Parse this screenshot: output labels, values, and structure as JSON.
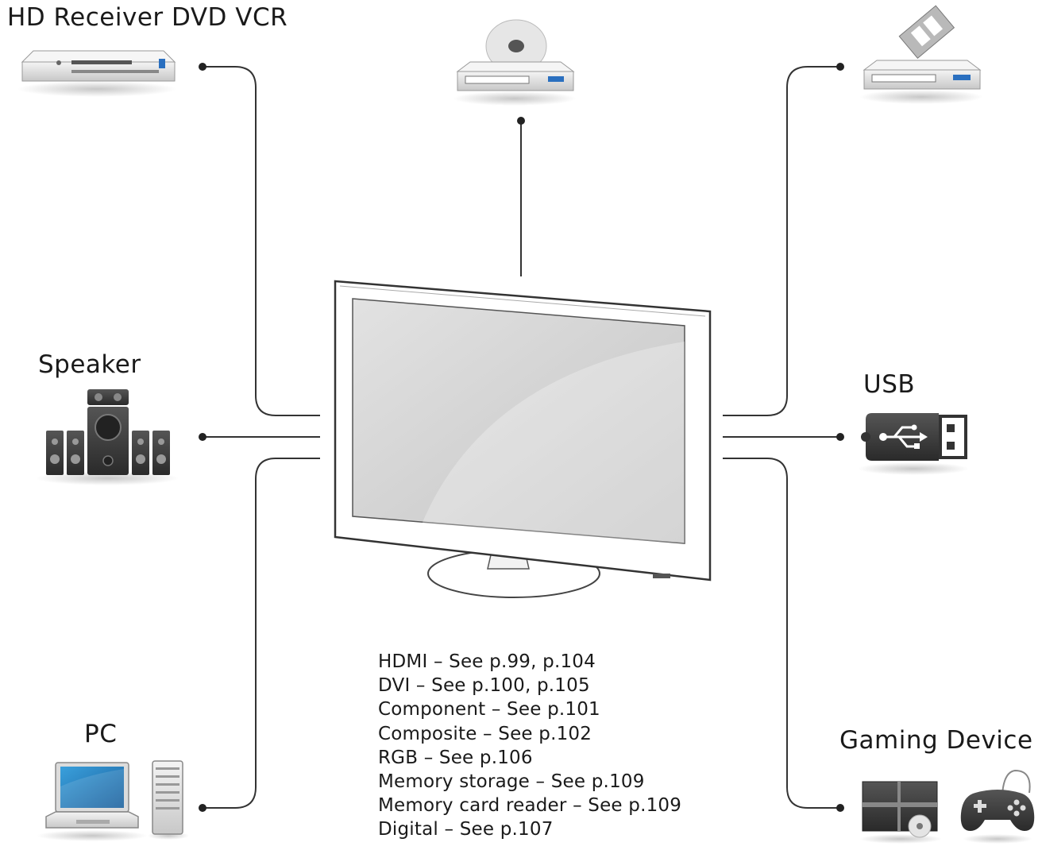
{
  "labels": {
    "hd_receiver_dvd_vcr": "HD Receiver DVD VCR",
    "speaker": "Speaker",
    "pc": "PC",
    "usb": "USB",
    "gaming_device": "Gaming Device"
  },
  "connection_refs": [
    "HDMI – See p.99, p.104",
    "DVI – See p.100, p.105",
    "Component – See p.101",
    "Composite – See p.102",
    "RGB – See p.106",
    "Memory storage – See p.109",
    "Memory card reader – See p.109",
    "Digital – See p.107"
  ],
  "icons": [
    "set-top-box-icon",
    "dvd-player-icon",
    "vcr-icon",
    "speaker-system-icon",
    "usb-drive-icon",
    "laptop-icon",
    "desktop-tower-icon",
    "game-console-icon",
    "gamepad-icon",
    "tv-icon"
  ],
  "colors": {
    "line": "#333333",
    "device_light": "#e9e9e9",
    "device_dark": "#3a3a3a",
    "screen": "#dcdcdc"
  }
}
